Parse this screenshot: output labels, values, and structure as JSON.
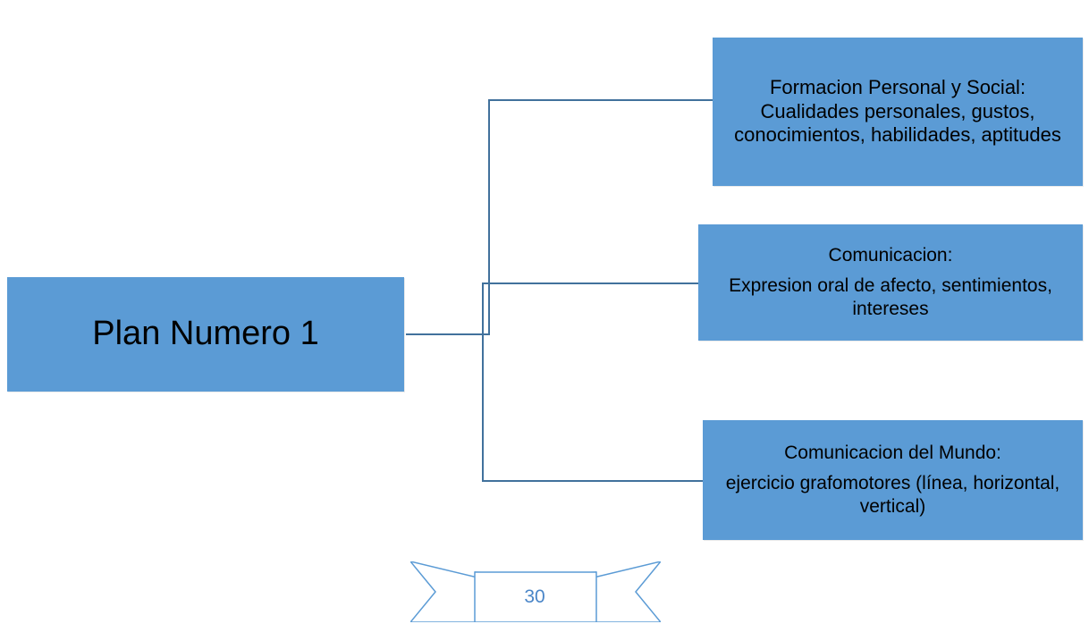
{
  "diagram": {
    "root": {
      "label": "Plan Numero 1"
    },
    "branches": [
      {
        "title": "Formacion Personal y Social:",
        "body": "Cualidades personales, gustos, conocimientos, habilidades, aptitudes"
      },
      {
        "title": "Comunicacion:",
        "body": "Expresion oral de afecto, sentimientos, intereses"
      },
      {
        "title": "Comunicacion del Mundo:",
        "body": "ejercicio grafomotores  (línea, horizontal, vertical)"
      }
    ]
  },
  "footer": {
    "page_number": "30"
  },
  "colors": {
    "box_fill": "#5b9bd5",
    "connector": "#41719c",
    "ribbon_stroke": "#5b9bd5",
    "page_number_text": "#4a86c8"
  }
}
